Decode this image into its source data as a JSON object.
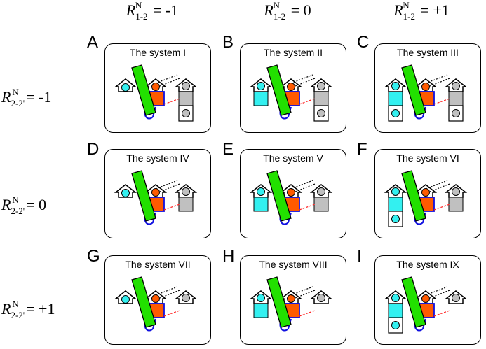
{
  "column_headers": [
    {
      "symbol": "R",
      "superscript": "N",
      "subscript": "1-2",
      "relation": " = -1"
    },
    {
      "symbol": "R",
      "superscript": "N",
      "subscript": "1-2",
      "relation": " =  0"
    },
    {
      "symbol": "R",
      "superscript": "N",
      "subscript": "1-2",
      "relation": " = +1"
    }
  ],
  "row_headers": [
    {
      "symbol": "R",
      "superscript": "N",
      "subscript": "2-2'",
      "relation": "= -1"
    },
    {
      "symbol": "R",
      "superscript": "N",
      "subscript": "2-2'",
      "relation": "=  0"
    },
    {
      "symbol": "R",
      "superscript": "N",
      "subscript": "2-2'",
      "relation": "= +1"
    }
  ],
  "panels": [
    {
      "letter": "A",
      "title": "The system I",
      "left_box": "none",
      "right_box": "circle"
    },
    {
      "letter": "B",
      "title": "The system II",
      "left_box": "filled",
      "right_box": "circle"
    },
    {
      "letter": "C",
      "title": "The system III",
      "left_box": "circle",
      "right_box": "circle"
    },
    {
      "letter": "D",
      "title": "The system IV",
      "left_box": "none",
      "right_box": "filled"
    },
    {
      "letter": "E",
      "title": "The system V",
      "left_box": "filled",
      "right_box": "filled"
    },
    {
      "letter": "F",
      "title": "The system VI",
      "left_box": "circle",
      "right_box": "filled"
    },
    {
      "letter": "G",
      "title": "The system VII",
      "left_box": "none",
      "right_box": "none"
    },
    {
      "letter": "H",
      "title": "The system VIII",
      "left_box": "filled",
      "right_box": "none"
    },
    {
      "letter": "I",
      "title": "The system IX",
      "left_box": "circle",
      "right_box": "none"
    }
  ],
  "colors": {
    "cyan": "#33f0f0",
    "orange": "#ff5a00",
    "green": "#22e000",
    "gray": "#c0c0c0",
    "blue": "#1010e0",
    "red": "#ff2020"
  }
}
